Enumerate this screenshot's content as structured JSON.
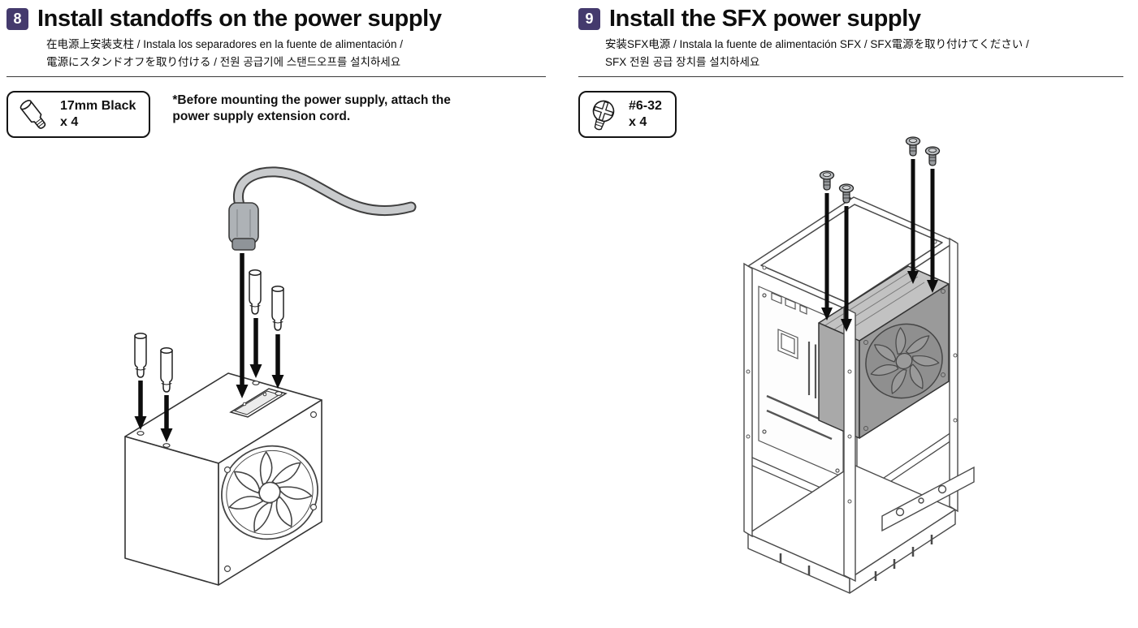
{
  "accent_color": "#443a6d",
  "step8": {
    "badge": "8",
    "title": "Install standoffs on the power supply",
    "subtitle_line1": "在电源上安装支柱 / Instala los separadores en la fuente de alimentación /",
    "subtitle_line2": "電源にスタンドオフを取り付ける / 전원 공급기에 스탠드오프를 설치하세요",
    "part": {
      "icon": "standoff-icon",
      "name": "17mm Black",
      "qty": "x 4"
    },
    "note_line1": "*Before mounting the power supply, attach the",
    "note_line2": "power supply extension cord."
  },
  "step9": {
    "badge": "9",
    "title": "Install the SFX power supply",
    "subtitle_line1": "安装SFX电源 / Instala la fuente de alimentación SFX / SFX電源を取り付けてください /",
    "subtitle_line2": "SFX 전원 공급 장치를 설치하세요",
    "part": {
      "icon": "screw-icon",
      "name": "#6-32",
      "qty": "x 4"
    }
  }
}
